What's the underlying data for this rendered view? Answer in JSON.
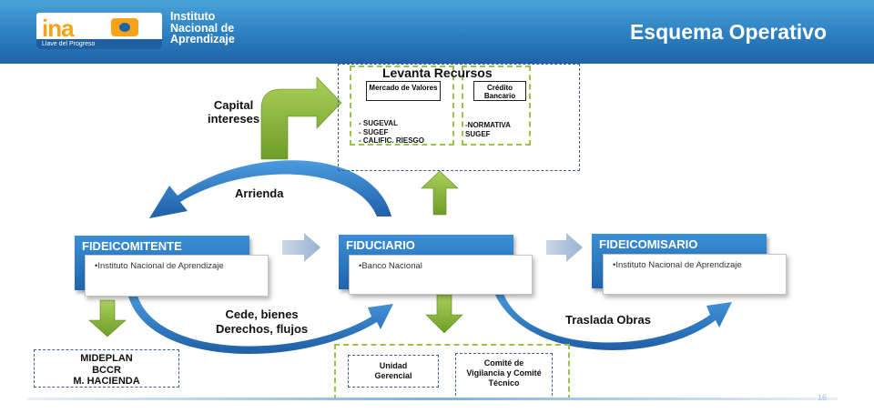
{
  "header": {
    "logo_text": "ina",
    "logo_tagline": "Llave del Progreso",
    "institution": [
      "Instituto",
      "Nacional de",
      "Aprendizaje"
    ],
    "title": "Esquema Operativo"
  },
  "levanta": {
    "title": "Levanta Recursos",
    "mercado_header": "Mercado de Valores",
    "mercado_items": [
      "-  SUGEVAL",
      "-  SUGEF",
      "-  CALIFIC. RIESGO"
    ],
    "credito_header": "Crédito Bancario",
    "credito_items": [
      "-NORMATIVA",
      "SUGEF"
    ]
  },
  "labels": {
    "capital": "Capital",
    "intereses": "intereses",
    "arrienda": "Arrienda",
    "cede": "Cede, bienes",
    "derechos": "Derechos, flujos",
    "traslada": "Traslada Obras"
  },
  "nodes": [
    {
      "title": "FIDEICOMITENTE",
      "body": "•Instituto Nacional de Aprendizaje"
    },
    {
      "title": "FIDUCIARIO",
      "body": "•Banco Nacional"
    },
    {
      "title": "FIDEICOMISARIO",
      "body": "•Instituto Nacional de Aprendizaje"
    }
  ],
  "mideplan": [
    "MIDEPLAN",
    "BCCR",
    "M. HACIENDA"
  ],
  "unidad": "Unidad Gerencial",
  "comite": "Comité de Vigilancia y Comité Técnico",
  "page_number": "16",
  "colors": {
    "header_blue": "#2c7fc0",
    "panel_blue": "#1f65ad",
    "arrow_green": "#8cbf3a",
    "dash_green": "#9bc34a",
    "dash_blue": "#3a5f9c"
  }
}
